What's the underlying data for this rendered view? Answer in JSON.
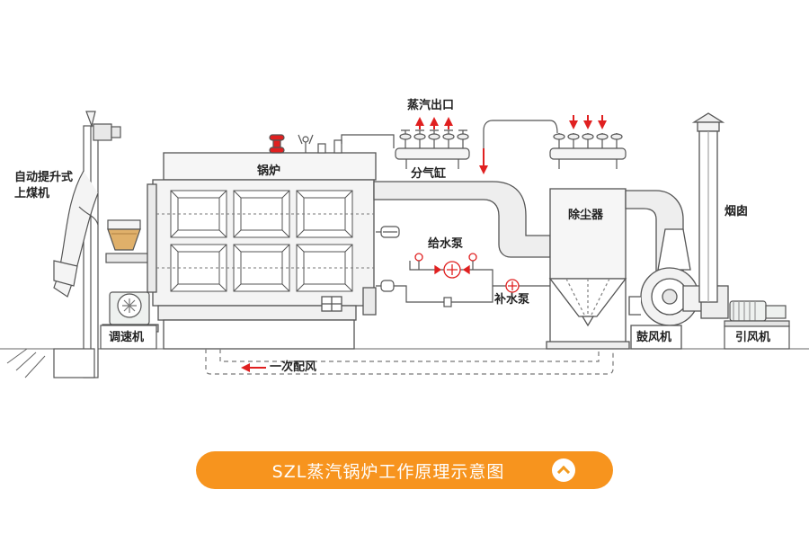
{
  "labels": {
    "feeder": "自动提升式上煤机",
    "speed_control": "调速机",
    "boiler": "锅炉",
    "steam_outlet": "蒸汽出口",
    "steam_header": "分气缸",
    "feed_pump": "给水泵",
    "makeup_pump": "补水泵",
    "dust_collector": "除尘器",
    "blower": "鼓风机",
    "induced_fan": "引风机",
    "chimney": "烟囱",
    "primary_air": "一次配风"
  },
  "banner": {
    "title": "SZL蒸汽锅炉工作原理示意图"
  },
  "colors": {
    "line": "#555555",
    "pipe_fill": "#eeeeee",
    "arrow_red": "#e02020",
    "coal": "#e0b06a",
    "banner": "#f7941e"
  },
  "icons": [
    "chevron-up-icon"
  ]
}
